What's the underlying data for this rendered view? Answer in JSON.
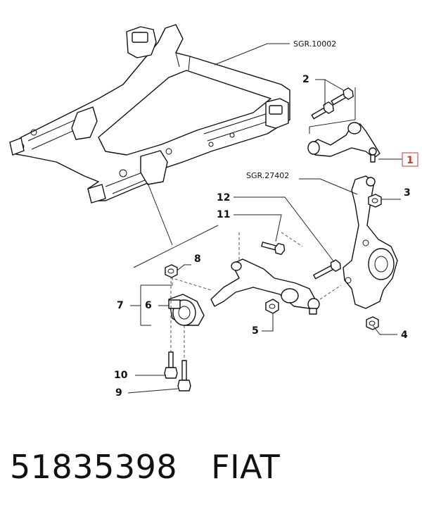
{
  "diagram": {
    "references": {
      "subframe": "SGR.10002",
      "knuckle": "SGR.27402"
    },
    "callouts": {
      "c1": "1",
      "c2": "2",
      "c3": "3",
      "c4": "4",
      "c5": "5",
      "c6": "6",
      "c7": "7",
      "c8": "8",
      "c9": "9",
      "c10": "10",
      "c11": "11",
      "c12": "12"
    },
    "highlight_color": "#d9534f"
  },
  "footer": {
    "part_number": "51835398",
    "brand": "FIAT"
  }
}
